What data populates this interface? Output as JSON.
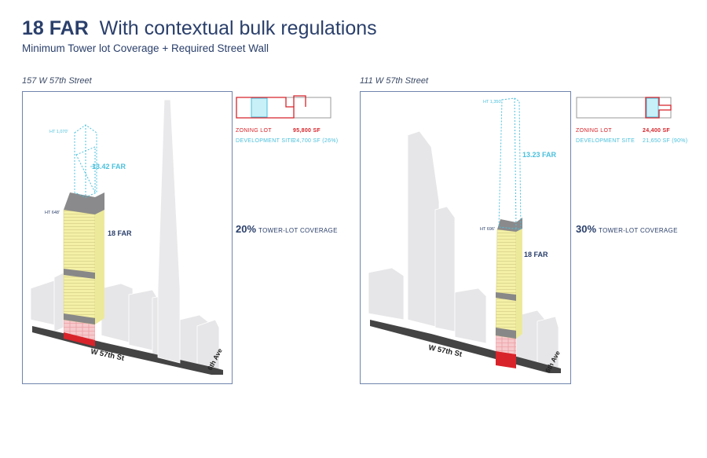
{
  "header": {
    "far": "18 FAR",
    "title": "With contextual bulk regulations",
    "subtitle": "Minimum Tower lot Coverage + Required Street Wall"
  },
  "panels": [
    {
      "label": "157 W 57th Street",
      "zoning_lot_label": "ZONING LOT",
      "zoning_lot_value": "95,800 SF",
      "dev_site_label": "DEVELOPMENT SITE",
      "dev_site_value": "24,700 SF  (26%)",
      "coverage_pct": "20%",
      "coverage_label": "TOWER-LOT COVERAGE",
      "ht_top": "HT 1,070'",
      "ht_base": "HT 648'",
      "far_tower": "13.42 FAR",
      "far_base": "18 FAR",
      "street": "W 57th St",
      "avenue": "6th Ave"
    },
    {
      "label": "111 W 57th Street",
      "zoning_lot_label": "ZONING LOT",
      "zoning_lot_value": "24,400 SF",
      "dev_site_label": "DEVELOPMENT SITE",
      "dev_site_value": "21,650 SF  (90%)",
      "coverage_pct": "30%",
      "coverage_label": "TOWER-LOT COVERAGE",
      "ht_top": "HT 1,350'",
      "ht_base": "HT 696'",
      "far_tower": "13.23 FAR",
      "far_base": "18 FAR",
      "street": "W 57th St",
      "avenue": "6th Ave"
    }
  ],
  "colors": {
    "navy": "#2a3f6b",
    "red": "#d8232a",
    "cyan": "#4ac0dc",
    "yellow": "#f4f0a6",
    "context": "#e3e3e5"
  }
}
